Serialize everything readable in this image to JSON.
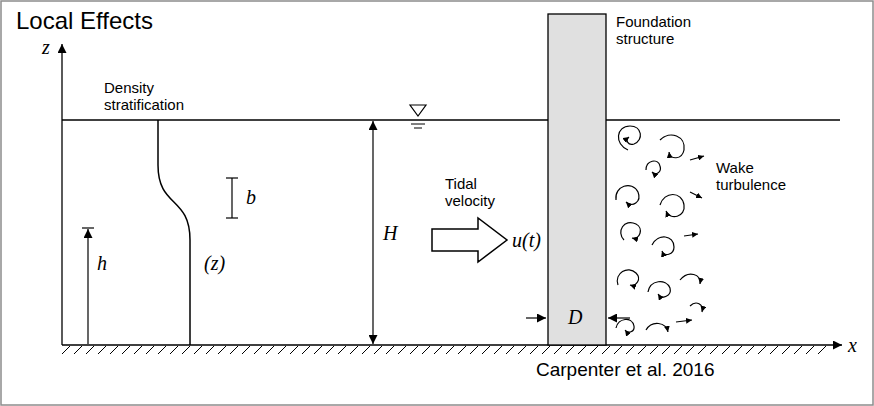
{
  "diagram": {
    "title": "Local Effects",
    "caption": "Carpenter et al. 2016",
    "labels": [
      "z",
      "Density stratification",
      "b",
      "h",
      "H",
      "(z)",
      "Tidal velocity",
      "u(t)",
      "Foundation structure",
      "D",
      "Wake turbulence",
      "x"
    ]
  }
}
